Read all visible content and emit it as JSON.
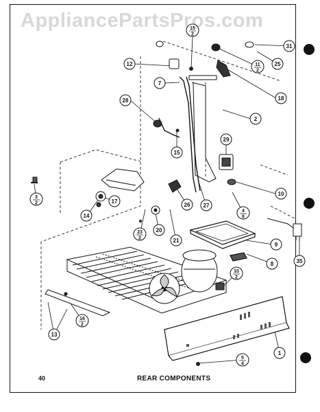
{
  "watermark": "AppliancePartsPros.com",
  "page_number": "40",
  "caption": "REAR COMPONENTS",
  "callouts": [
    {
      "id": "15",
      "sub": "2"
    },
    {
      "id": "31"
    },
    {
      "id": "12"
    },
    {
      "id": "11",
      "sub": "2"
    },
    {
      "id": "25"
    },
    {
      "id": "7"
    },
    {
      "id": "18"
    },
    {
      "id": "28"
    },
    {
      "id": "2"
    },
    {
      "id": "15"
    },
    {
      "id": "29"
    },
    {
      "id": "10"
    },
    {
      "id": "3",
      "sub": "2"
    },
    {
      "id": "17"
    },
    {
      "id": "14"
    },
    {
      "id": "26"
    },
    {
      "id": "27"
    },
    {
      "id": "4",
      "sub": "6"
    },
    {
      "id": "20"
    },
    {
      "id": "23",
      "sub": "2"
    },
    {
      "id": "21"
    },
    {
      "id": "9"
    },
    {
      "id": "8"
    },
    {
      "id": "35"
    },
    {
      "id": "33",
      "sub": "2"
    },
    {
      "id": "16",
      "sub": "2"
    },
    {
      "id": "13"
    },
    {
      "id": "1"
    },
    {
      "id": "5",
      "sub": "4"
    }
  ]
}
